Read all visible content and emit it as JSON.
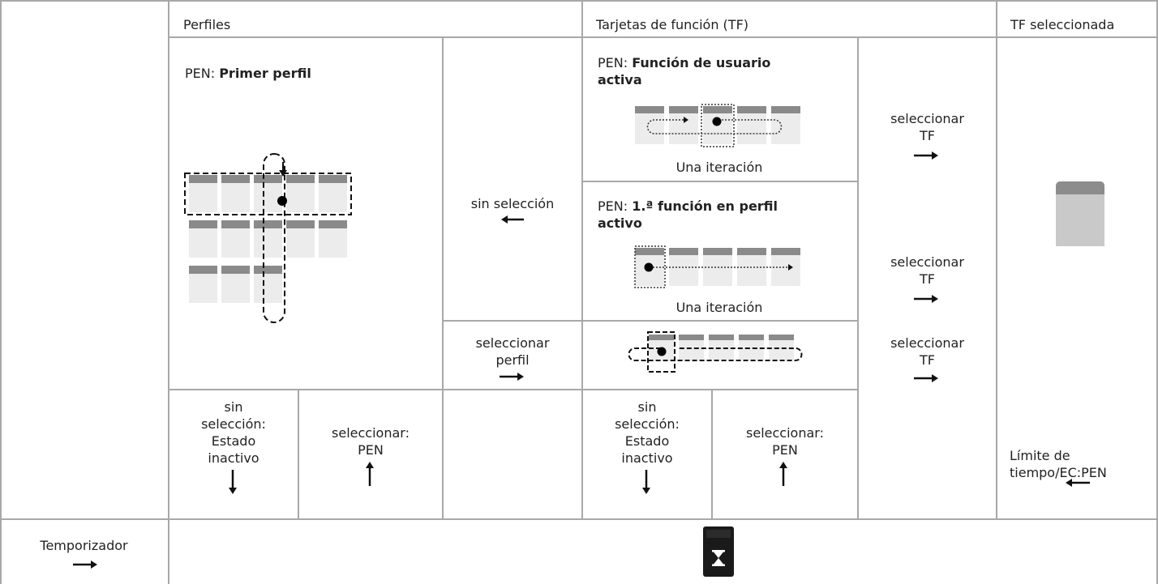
{
  "headers": {
    "profiles": "Perfiles",
    "function_cards": "Tarjetas de función (TF)",
    "selected_fc": "TF seleccionada"
  },
  "profiles_cell": {
    "prefix": "PEN: ",
    "title": "Primer perfil"
  },
  "no_selection_left": "sin selección",
  "select_profile": [
    "seleccionar",
    "perfil"
  ],
  "fc_active_user": {
    "prefix": "PEN: ",
    "title_line1": "Función de usuario",
    "title_line2": "activa",
    "caption": "Una iteración"
  },
  "fc_first_in_profile": {
    "prefix": "PEN: ",
    "title_line1": "1.ª función en perfil",
    "title_line2": "activo",
    "caption": "Una iteración"
  },
  "select_fc": [
    "seleccionar",
    "TF"
  ],
  "bottom_left": {
    "no_selection": [
      "sin",
      "selección:",
      "Estado",
      "inactivo"
    ],
    "select": [
      "seleccionar:",
      "PEN"
    ]
  },
  "bottom_mid": {
    "no_selection": [
      "sin",
      "selección:",
      "Estado",
      "inactivo"
    ],
    "select": [
      "seleccionar:",
      "PEN"
    ]
  },
  "timeout": [
    "Límite de",
    "tiempo/EC:PEN"
  ],
  "timer": "Temporizador",
  "colors": {
    "card_top": "#8a8a8a",
    "card_body": "#ececec",
    "selected_card_top": "#8c8c8c",
    "selected_card_body": "#c9c9c9",
    "grid_line": "#a8a8a8"
  }
}
